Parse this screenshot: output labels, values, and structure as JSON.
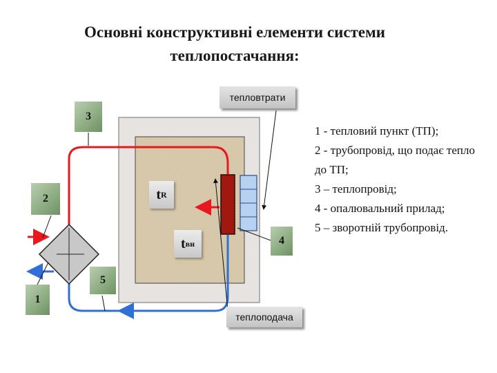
{
  "title": {
    "line1": "Основні конструктивні елементи системи",
    "line2": "теплопостачання:"
  },
  "labels": {
    "n1": "1",
    "n2": "2",
    "n3": "3",
    "n4": "4",
    "n5": "5",
    "heat_loss": "тепловтрати",
    "heat_supply": "теплоподача",
    "t_r": "t",
    "t_r_sub": "R",
    "t_in": "t",
    "t_in_sub": "вн"
  },
  "legend": [
    "1 - тепловий пункт (ТП);",
    "2 - трубопровід, що подає тепло до ТП;",
    "3 – теплопровід;",
    "4 - опалювальний прилад;",
    "5 – зворотній трубопровід."
  ],
  "colors": {
    "supply": "#e8191c",
    "return": "#2f6fd6",
    "heater": "#a01810",
    "wall": "#e6e3e1",
    "room": "#dccfb5"
  }
}
